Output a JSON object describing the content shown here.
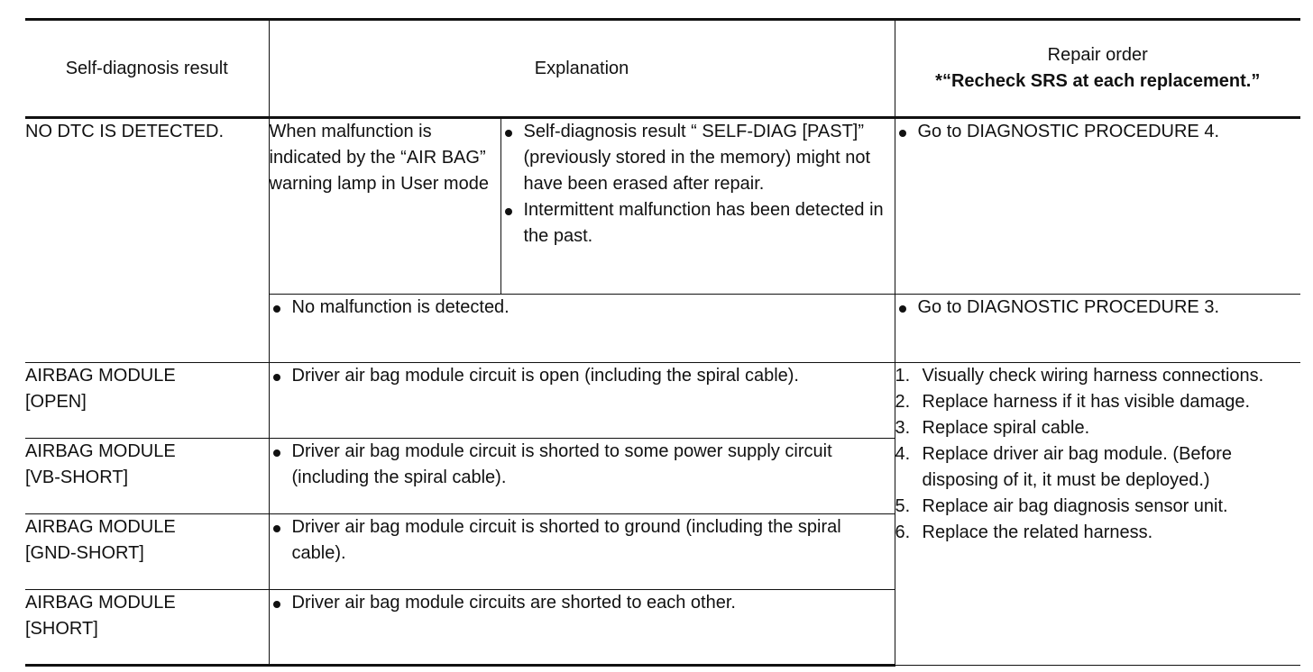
{
  "header": {
    "col_result": "Self-diagnosis result",
    "col_explanation": "Explanation",
    "col_repair_line1": "Repair order",
    "col_repair_line2": "*“Recheck SRS at each replace­ment.”"
  },
  "rows": {
    "no_dtc": {
      "result": "NO DTC IS DETECTED.",
      "condition": "When malfunction is indicated by the “AIR BAG” warning lamp in User mode",
      "explanation_bullets": [
        "Self-diagnosis result “ SELF-DIAG [PAST]” (previously stored in the memory) might not have been erased after repair.",
        "Intermittent malfunction has been detected in the past."
      ],
      "repair": "Go to DIAGNOSTIC PROCEDURE 4.",
      "explanation_2": "No malfunction is detected.",
      "repair_2": "Go to DIAGNOSTIC PROCEDURE 3."
    },
    "open": {
      "result_line1": "AIRBAG MODULE",
      "result_line2": "[OPEN]",
      "explanation": "Driver air bag module circuit is open (including the spiral cable)."
    },
    "vb_short": {
      "result_line1": "AIRBAG MODULE",
      "result_line2": "[VB-SHORT]",
      "explanation": "Driver air bag module circuit is shorted to some power supply circuit (including the spiral cable)."
    },
    "gnd_short": {
      "result_line1": "AIRBAG MODULE",
      "result_line2": "[GND-SHORT]",
      "explanation": "Driver air bag module circuit is shorted to ground (including the spiral cable)."
    },
    "short": {
      "result_line1": "AIRBAG MODULE",
      "result_line2": "[SHORT]",
      "explanation": "Driver air bag module circuits are shorted to each other."
    }
  },
  "module_repair_steps": [
    {
      "num": "1.",
      "text": "Visually check wiring harness con­nections."
    },
    {
      "num": "2.",
      "text": "Replace harness if it has visible damage."
    },
    {
      "num": "3.",
      "text": "Replace spiral cable."
    },
    {
      "num": "4.",
      "text": "Replace driver air bag module. (Before disposing of it, it must be deployed.)"
    },
    {
      "num": "5.",
      "text": "Replace air bag diagnosis sensor unit."
    },
    {
      "num": "6.",
      "text": "Replace the related harness."
    }
  ]
}
